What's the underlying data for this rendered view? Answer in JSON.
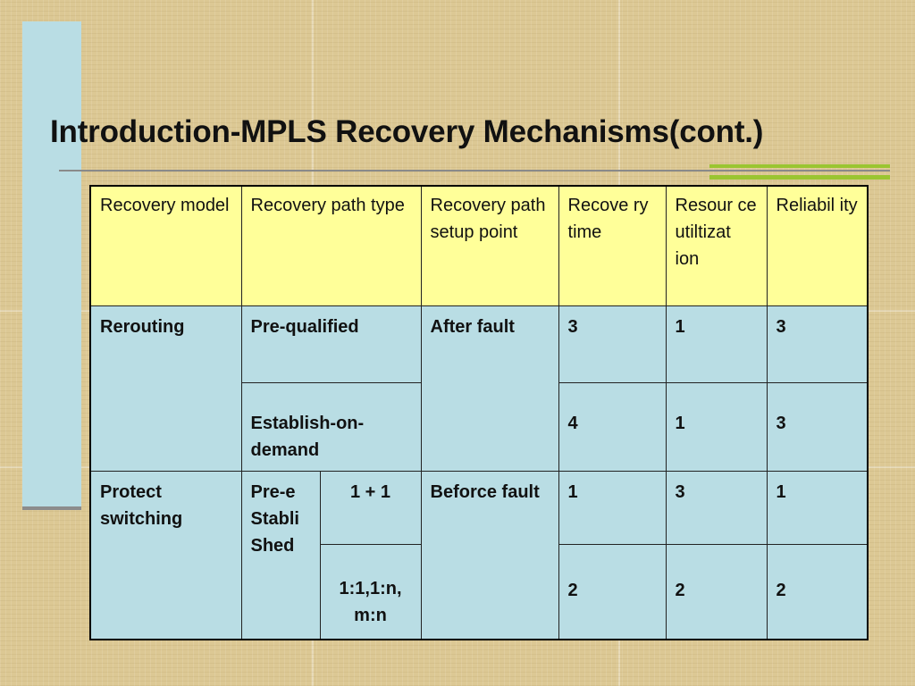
{
  "slide": {
    "title": "Introduction-MPLS Recovery Mechanisms(cont.)"
  },
  "table": {
    "headers": [
      "Recovery model",
      "Recovery path type",
      "Recovery path setup point",
      "Recove ry time",
      "Resour ce utiltizat ion",
      "Reliabil ity"
    ],
    "rerouting": {
      "model": "Rerouting",
      "setup_point": "After fault",
      "rows": [
        {
          "path_type": "Pre-qualified",
          "recovery_time": "3",
          "resource": "1",
          "reliability": "3"
        },
        {
          "path_type": "Establish-on-demand",
          "recovery_time": "4",
          "resource": "1",
          "reliability": "3"
        }
      ]
    },
    "protect": {
      "model": "Protect switching",
      "path_type_lines": [
        "Pre-e",
        "Stabli",
        "Shed"
      ],
      "setup_point": "Beforce fault",
      "rows": [
        {
          "scheme": "1 + 1",
          "recovery_time": "1",
          "resource": "3",
          "reliability": "1"
        },
        {
          "scheme": "1:1,1:n, m:n",
          "recovery_time": "2",
          "resource": "2",
          "reliability": "2"
        }
      ]
    }
  },
  "colors": {
    "header_fill": "#ffff99",
    "body_fill": "#b9dde4",
    "accent": "#9ac531",
    "side_bar": "#b9dde4"
  }
}
